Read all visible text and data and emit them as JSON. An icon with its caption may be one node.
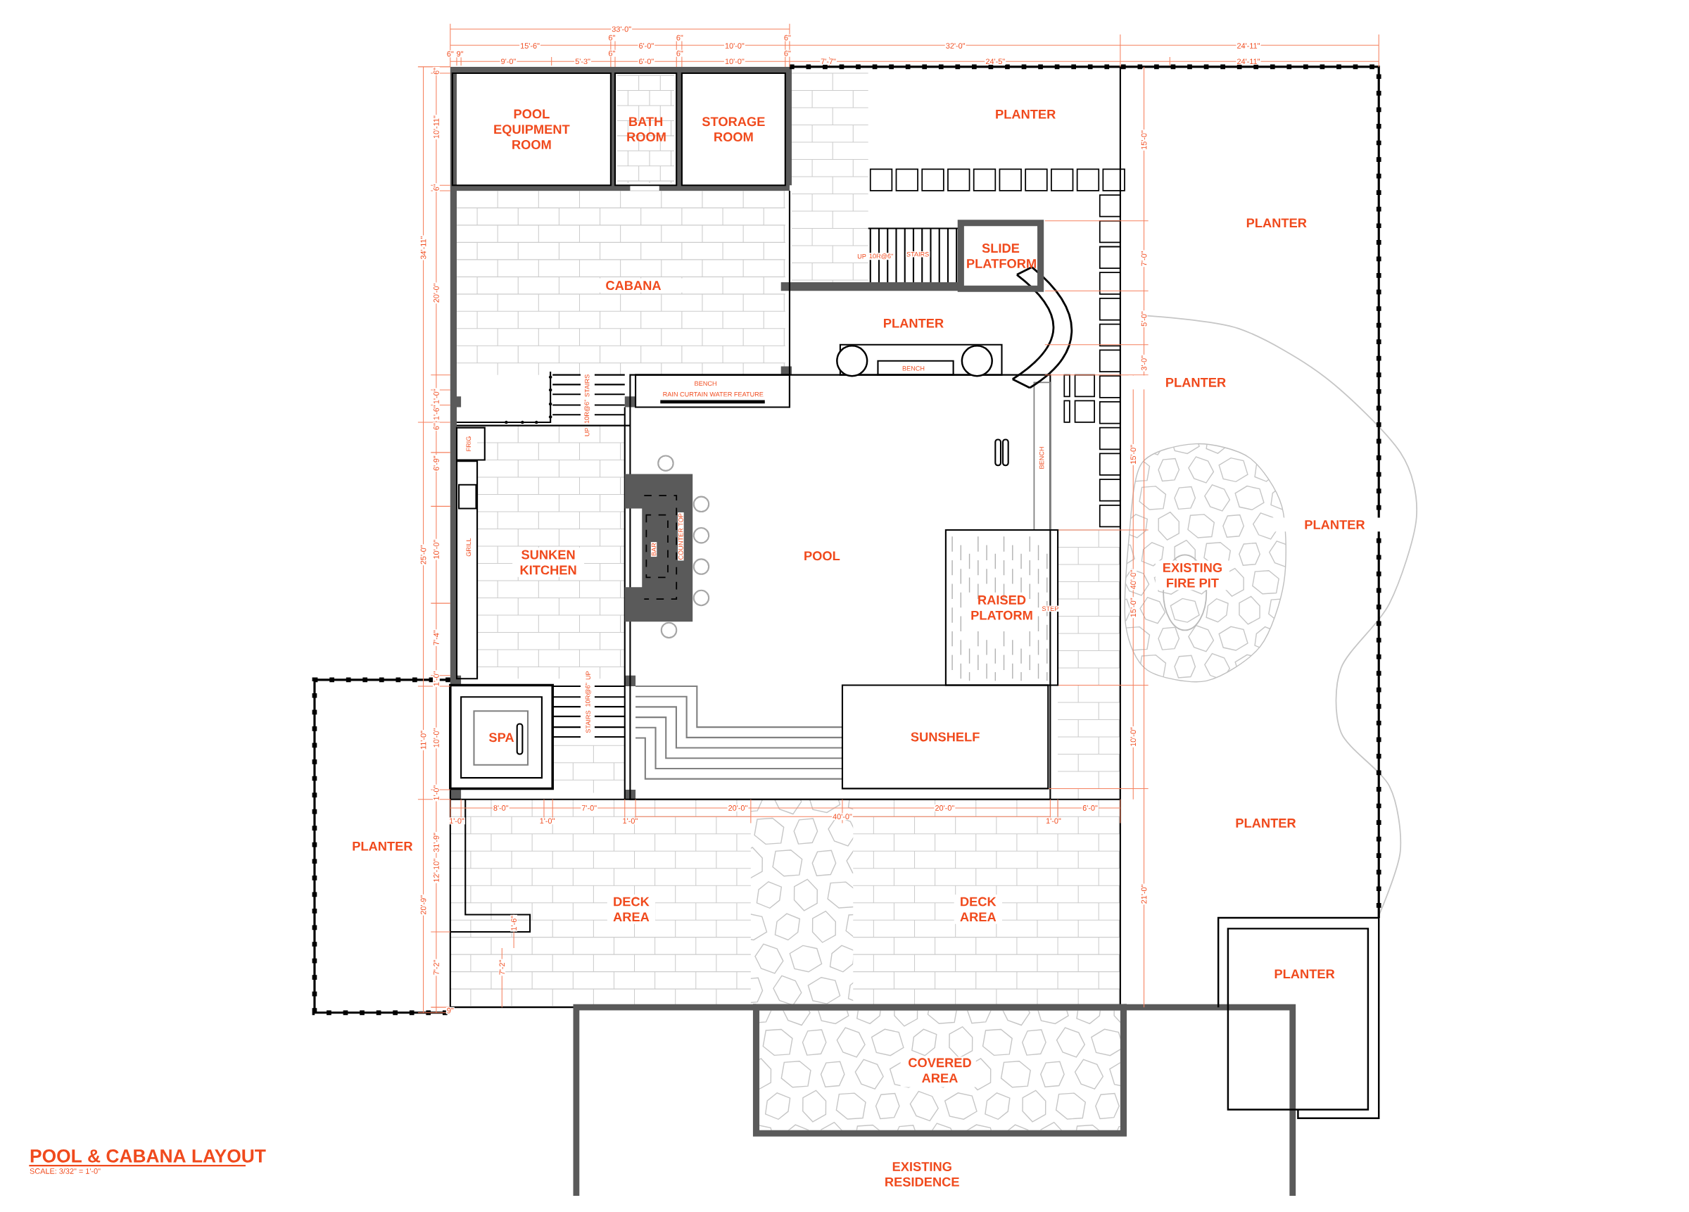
{
  "diagram": {
    "title": "POOL & CABANA LAYOUT",
    "nodes": [
      {
        "text": [
          "POOL EQUIPMENT ROOM"
        ]
      },
      {
        "text": [
          "BATH ROOM"
        ]
      },
      {
        "text": [
          "STORAGE ROOM"
        ]
      },
      {
        "text": [
          "PLANTER"
        ]
      },
      {
        "text": [
          "PLANTER"
        ]
      },
      {
        "text": [
          "SLIDE PLATFORM"
        ]
      },
      {
        "text": [
          "CABANA"
        ]
      },
      {
        "text": [
          "PLANTER"
        ]
      },
      {
        "text": [
          "PLANTER"
        ]
      },
      {
        "text": [
          "POOL"
        ]
      },
      {
        "text": [
          "PLANTER"
        ]
      },
      {
        "text": [
          "EXISTING FIRE PIT"
        ]
      },
      {
        "text": [
          "SUNKEN KITCHEN"
        ]
      },
      {
        "text": [
          "RAISED PLATORM"
        ]
      },
      {
        "text": [
          "SPA"
        ]
      },
      {
        "text": [
          "SUNSHELF"
        ]
      },
      {
        "text": [
          "PLANTER"
        ]
      },
      {
        "text": [
          "PLANTER"
        ]
      },
      {
        "text": [
          "DECK AREA"
        ]
      },
      {
        "text": [
          "DECK AREA"
        ]
      },
      {
        "text": [
          "PLANTER"
        ]
      },
      {
        "text": [
          "COVERED AREA"
        ]
      },
      {
        "text": [
          "EXISTING RESIDENCE"
        ]
      }
    ],
    "labels": [
      "33'-0\"",
      "6\"",
      "6\"",
      "6\"",
      "15'-6\"",
      "6'-0\"",
      "10'-0\"",
      "32'-0\"",
      "24'-11\"",
      "6\"",
      "9\"",
      "6\"",
      "6\"",
      "6\"",
      "9'-0\"",
      "5'-3\"",
      "6'-0\"",
      "10'-0\"",
      "7'-7\"",
      "24'-5\"",
      "24'-11\"",
      "6\"",
      "10'-11\"",
      "6\"",
      "34'-11\"",
      "20'-0\"",
      "1'-0\"",
      "1'-6\"",
      "6\"",
      "6'-9\"",
      "25'-0\"",
      "10'-0\"",
      "7'-4\"",
      "1'-0\"",
      "11'-0\"",
      "10'-0\"",
      "1'-0\"",
      "31'-9\"",
      "12'-10\"",
      "20'-9\"",
      "7'-2\"",
      "9\"",
      "UP",
      "10R@6\"",
      "STAIRS",
      "BENCH",
      "BENCH",
      "STAIRS",
      "RAIN CURTAIN WATER FEATURE",
      "10R@6\"",
      "UP",
      "FRIG",
      "BENCH",
      "COUNTER TOP",
      "GRILL",
      "BAR",
      "STEP",
      "UP",
      "10R@6\"",
      "STAIRS",
      "8'-0\"",
      "7'-0\"",
      "20'-0\"",
      "20'-0\"",
      "6'-0\"",
      "1'-0\"",
      "1'-0\"",
      "1'-0\"",
      "40'-0\"",
      "1'-0\"",
      "1'-6\"",
      "7'-2\"",
      "15'-0\"",
      "7'-0\"",
      "5'-0\"",
      "3'-0\"",
      "15'-0\"",
      "40'-0\"",
      "15'-0\"",
      "10'-0\"",
      "21'-0\"",
      "SCALE: 3/32\" = 1'-0\""
    ]
  }
}
